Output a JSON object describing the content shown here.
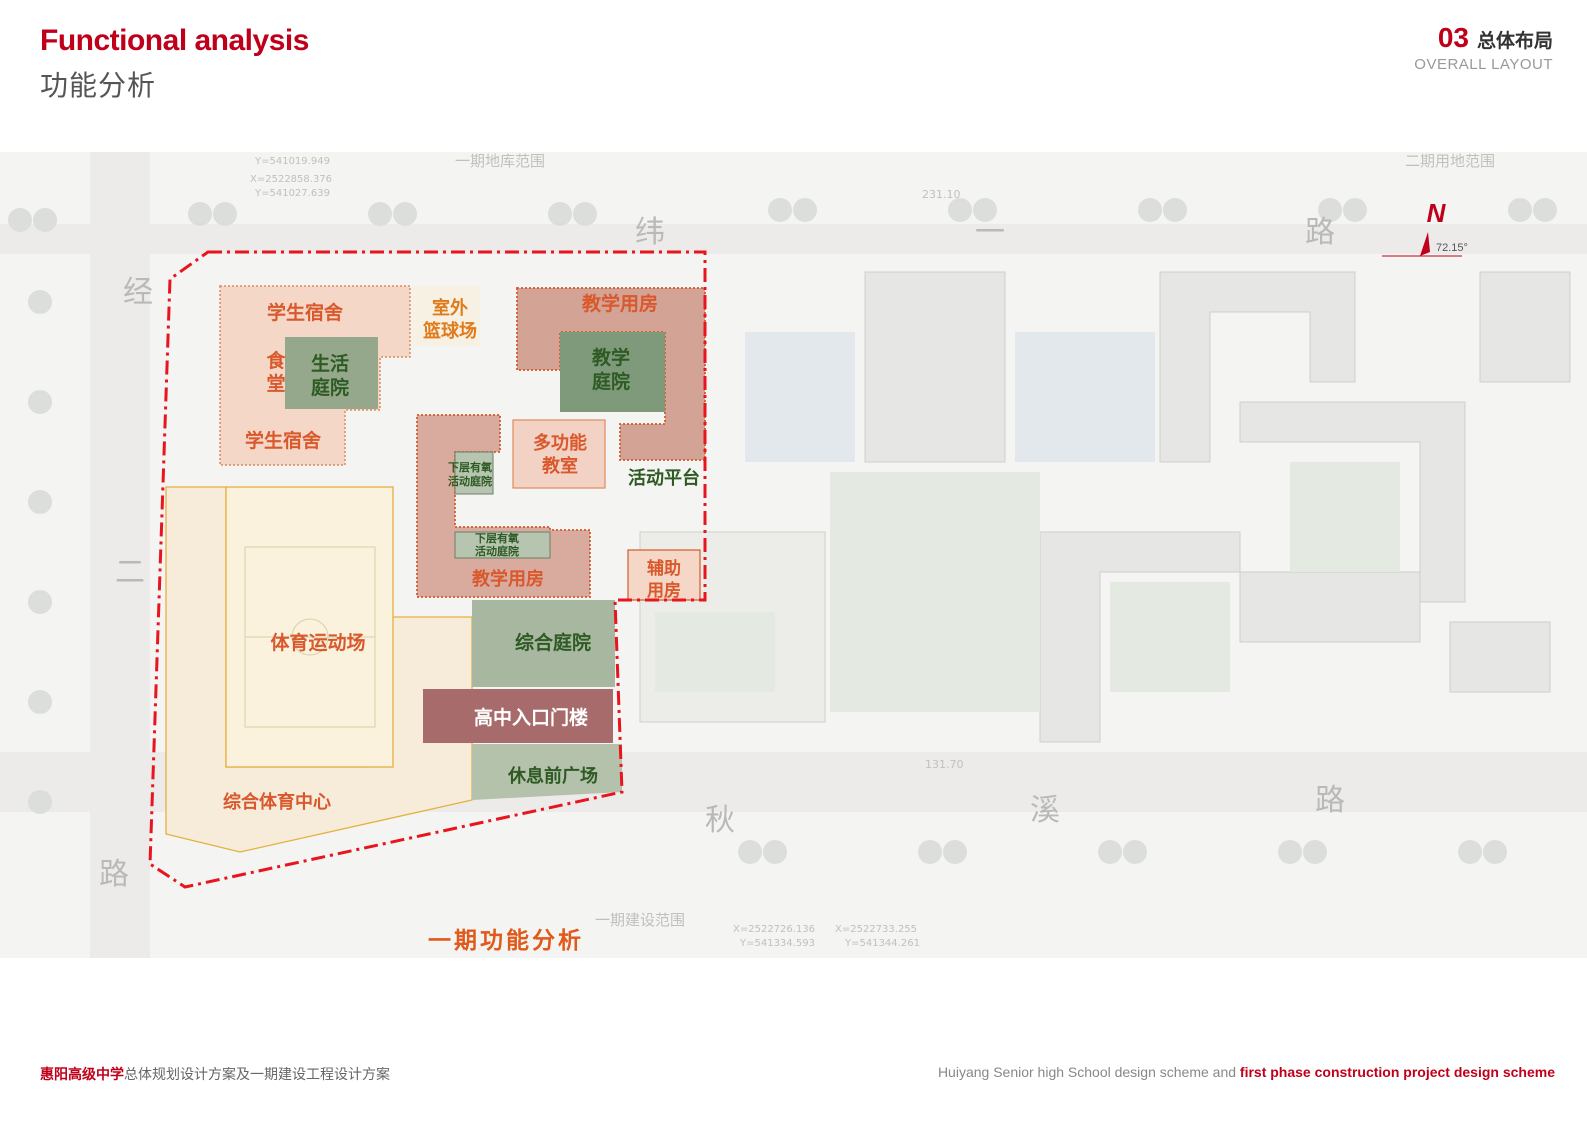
{
  "header": {
    "title_en": "Functional analysis",
    "title_cn": "功能分析",
    "section_number": "03",
    "section_cn": "总体布局",
    "section_en": "OVERALL LAYOUT"
  },
  "plan": {
    "caption": "一期功能分析",
    "zones": {
      "dorm_top": "学生宿舍",
      "dorm_bottom": "学生宿舍",
      "canteen_a": "食",
      "canteen_b": "堂",
      "life_courtyard_a": "生活",
      "life_courtyard_b": "庭院",
      "basketball_a": "室外",
      "basketball_b": "篮球场",
      "teaching_top": "教学用房",
      "teaching_courtyard_a": "教学",
      "teaching_courtyard_b": "庭院",
      "multi_a": "多功能",
      "multi_b": "教室",
      "platform": "活动平台",
      "lower_court1_a": "下层有氧",
      "lower_court1_b": "活动庭院",
      "lower_court2_a": "下层有氧",
      "lower_court2_b": "活动庭院",
      "teaching_bottom": "教学用房",
      "aux_a": "辅助",
      "aux_b": "用房",
      "sports_field": "体育运动场",
      "gym": "综合体育中心",
      "comp_courtyard": "综合庭院",
      "gate": "高中入口门楼",
      "plaza": "休息前广场"
    },
    "roads": {
      "top_1": "纬",
      "top_2": "一",
      "top_3": "路",
      "left_1": "经",
      "left_2": "二",
      "left_3": "路",
      "bottom_1": "秋",
      "bottom_2": "溪",
      "bottom_3": "路"
    },
    "annotations": {
      "phase1_basement": "一期地库范围",
      "phase2_land": "二期用地范围",
      "phase1_construction": "一期建设范围",
      "coord_1": "Y=541019.949",
      "coord_2": "X=2522858.376",
      "coord_3": "Y=541027.639",
      "coord_4": "X=2522726.136",
      "coord_5": "Y=541334.593",
      "coord_6": "X=2522733.255",
      "coord_7": "Y=541344.261",
      "dim_top": "231.10",
      "dim_bottom": "131.70",
      "north": "N",
      "north_angle": "72.15°"
    }
  },
  "footer": {
    "left_bold": "惠阳高级中学",
    "left_rest": "总体规划设计方案及一期建设工程设计方案",
    "right_plain": "Huiyang Senior high School design scheme and ",
    "right_bold": "first phase construction project design scheme"
  }
}
